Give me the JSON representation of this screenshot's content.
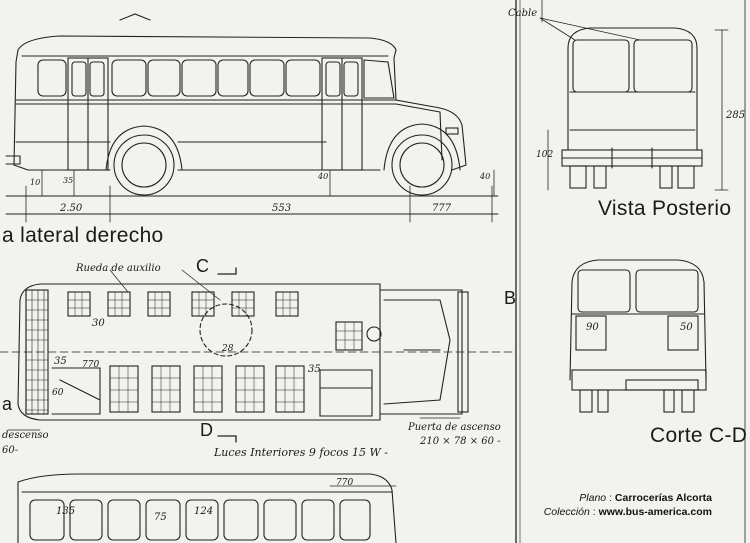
{
  "labels": {
    "cable": "Cable",
    "side_view_title": "a lateral derecho",
    "rear_view_title": "Vista Posterio",
    "section_title": "Corte C-D",
    "rueda_auxilio": "Rueda de auxilio",
    "section_c": "C",
    "section_d": "D",
    "section_b": "B",
    "side_a": "a",
    "descenso": "descenso",
    "descenso_dim": "60-",
    "puerta_ascenso": "Puerta de ascenso",
    "puerta_dims": "210 × 78 × 60 -",
    "luces": "Luces Interiores 9 focos 15 W -"
  },
  "dimensions": {
    "d250": "2.50",
    "d553": "553",
    "d777": "777",
    "d10": "10",
    "d35a": "35",
    "d40a": "40",
    "d40b": "40",
    "d102": "102",
    "d285": "285",
    "d30": "30",
    "d28": "28",
    "d35b": "35",
    "d770": "770",
    "d60": "60",
    "d35c": "35",
    "d90": "90",
    "d50": "50",
    "d135": "135",
    "d75": "75",
    "d124": "124",
    "d770b": "770"
  },
  "credit": {
    "plano_label": "Plano",
    "plano_value": "Carrocerías Alcorta",
    "coleccion_label": "Colección",
    "coleccion_value": "www.bus-america.com"
  }
}
